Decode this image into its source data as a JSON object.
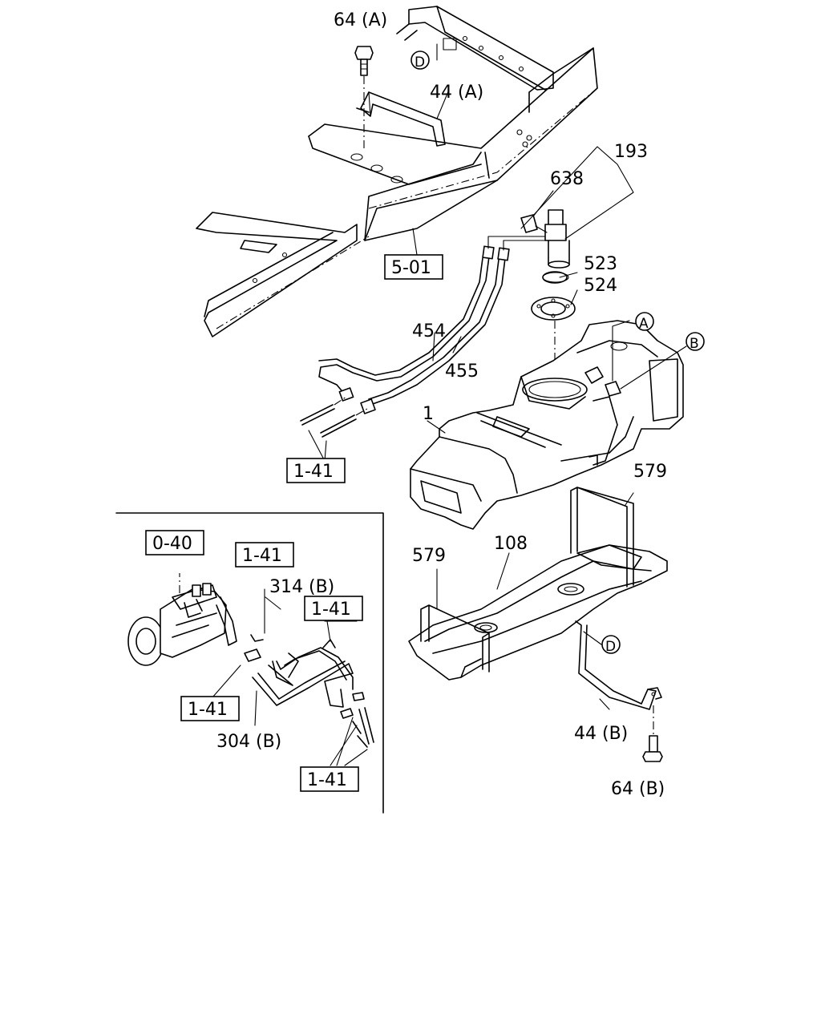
{
  "callouts": {
    "bolt_a": "64 (A)",
    "bracket_a": "44 (A)",
    "frame_ref": "5-01",
    "assembly": "193",
    "sender": "638",
    "o_ring": "523",
    "retainer": "524",
    "pipe_feed": "454",
    "pipe_return": "455",
    "tank": "1",
    "hose_ref_upper": "1-41",
    "protector_right": "579",
    "protector_left": "579",
    "protector": "108",
    "bracket_b": "44 (B)",
    "bolt_b": "64 (B)",
    "pump_ref": "0-40",
    "inset_ref_1": "1-41",
    "hose_314": "314 (B)",
    "inset_ref_2": "1-41",
    "inset_ref_3": "1-41",
    "hose_304": "304 (B)",
    "inset_ref_4": "1-41"
  },
  "markers": {
    "a": "A",
    "b": "B",
    "d_upper": "D",
    "d_lower": "D"
  }
}
